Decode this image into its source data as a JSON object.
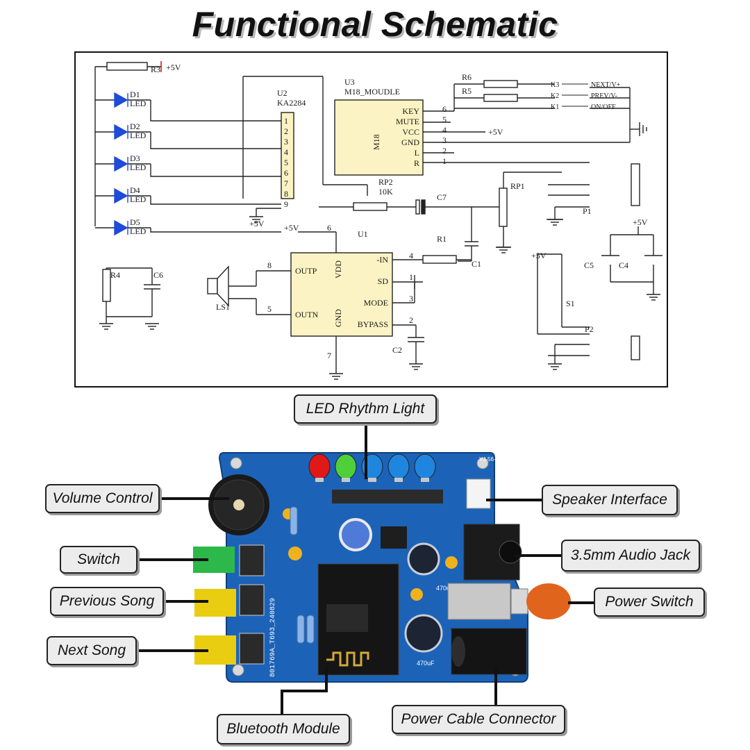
{
  "title": "Functional Schematic",
  "schematic": {
    "u2": {
      "ref": "U2",
      "part": "KA2284",
      "pins": [
        "1",
        "2",
        "3",
        "4",
        "5",
        "6",
        "7",
        "8",
        "9"
      ]
    },
    "u3": {
      "ref": "U3",
      "part": "M18_MOUDLE",
      "body": "M18",
      "pins": [
        {
          "name": "KEY",
          "num": "6"
        },
        {
          "name": "MUTE",
          "num": "5"
        },
        {
          "name": "VCC",
          "num": "4"
        },
        {
          "name": "GND",
          "num": "3"
        },
        {
          "name": "L",
          "num": "2"
        },
        {
          "name": "R",
          "num": "1"
        }
      ]
    },
    "u1": {
      "ref": "U1",
      "vdd": "VDD",
      "gnd": "GND",
      "vdd_pin": "6",
      "gnd_pin": "7",
      "left_pins": [
        {
          "name": "OUTP",
          "num": "8"
        },
        {
          "name": "OUTN",
          "num": "5"
        }
      ],
      "right_pins": [
        {
          "name": "-IN",
          "num": "4"
        },
        {
          "name": "SD",
          "num": "1"
        },
        {
          "name": "MODE",
          "num": "3"
        },
        {
          "name": "BYPASS",
          "num": "2"
        }
      ]
    },
    "leds": [
      {
        "ref": "D1",
        "label": "LED"
      },
      {
        "ref": "D2",
        "label": "LED"
      },
      {
        "ref": "D3",
        "label": "LED"
      },
      {
        "ref": "D4",
        "label": "LED"
      },
      {
        "ref": "D5",
        "label": "LED"
      }
    ],
    "keys": [
      {
        "ref": "K3",
        "label": "NEXT/V+"
      },
      {
        "ref": "K2",
        "label": "PREV/V-"
      },
      {
        "ref": "K1",
        "label": "ON/OFF"
      }
    ],
    "labels": {
      "r3": "R3",
      "r4": "R4",
      "r5": "R5",
      "r6": "R6",
      "r1": "R1",
      "c1": "C1",
      "c2": "C2",
      "c4": "C4",
      "c5": "C5",
      "c6": "C6",
      "c7": "C7",
      "rp1": "RP1",
      "rp2": "RP2",
      "rp2_val": "10K",
      "ls1": "LS1",
      "p1": "P1",
      "p2": "P2",
      "s1": "S1",
      "vplus": "+5V"
    }
  },
  "callouts": {
    "led": "LED Rhythm Light",
    "volume": "Volume Control",
    "speaker": "Speaker Interface",
    "switch": "Switch",
    "jack": "3.5mm Audio Jack",
    "prev": "Previous Song",
    "power_switch": "Power Switch",
    "next": "Next Song",
    "bluetooth": "Bluetooth Module",
    "power_cable": "Power Cable Connector"
  },
  "board": {
    "silk_top": "YJ-56-327",
    "silk_side": "801769A_T693_240829",
    "cap_labels": [
      "470uF",
      "470uF"
    ],
    "led_colors": [
      "#e01818",
      "#4fcf3a",
      "#1f86e0",
      "#1f86e0",
      "#1f86e0"
    ],
    "pcb_color": "#1c63b8"
  }
}
